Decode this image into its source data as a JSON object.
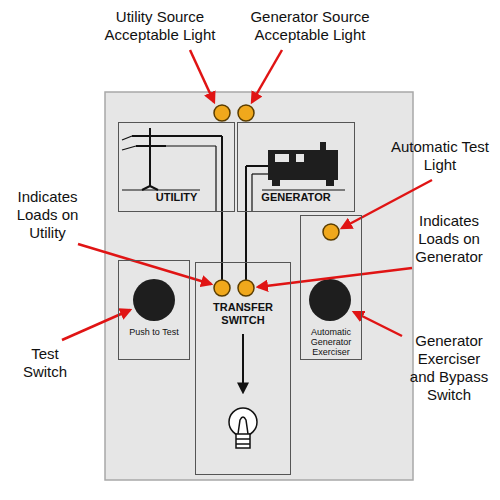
{
  "diagram": {
    "nodes": [
      {
        "text": [
          "UTILITY"
        ]
      },
      {
        "text": [
          "GENERATOR"
        ]
      },
      {
        "text": [
          "Push to Test"
        ]
      },
      {
        "text": [
          "TRANSFER SWITCH"
        ]
      },
      {
        "text": [
          "Automatic Generator Exerciser"
        ]
      }
    ],
    "edges": [
      {
        "from": 0,
        "to": 3,
        "arrow": "none"
      },
      {
        "from": 1,
        "to": 3,
        "arrow": "none"
      }
    ],
    "labels": [
      "Utility Source Acceptable Light",
      "Generator Source Acceptable Light",
      "Automatic Test Light",
      "Indicates Loads on Utility",
      "Indicates Loads on Generator",
      "Test Switch",
      "Generator Exerciser and Bypass Switch"
    ]
  }
}
